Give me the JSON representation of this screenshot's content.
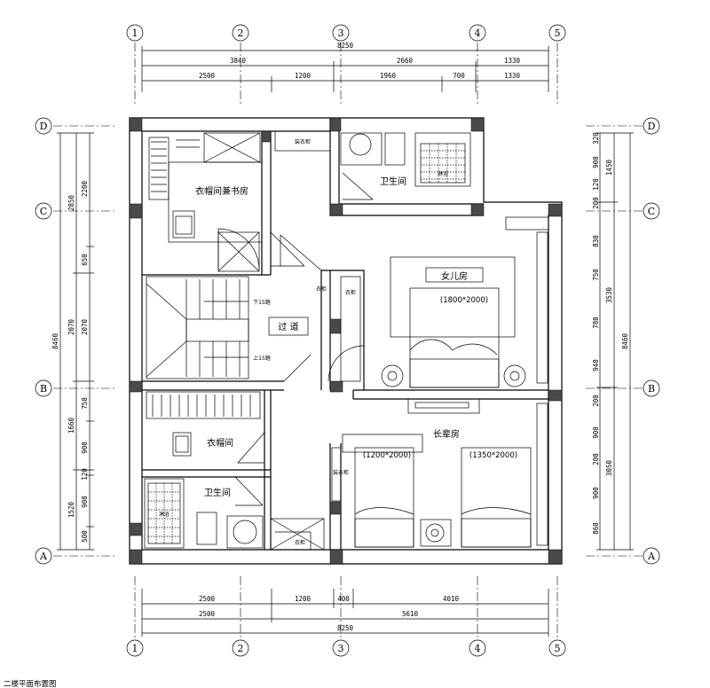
{
  "axes": {
    "columns": [
      "1",
      "2",
      "3",
      "4",
      "5"
    ],
    "rows": [
      "D",
      "C",
      "B",
      "A"
    ]
  },
  "dimensions": {
    "top_total": "8250",
    "top_row1": [
      "3840",
      "2660",
      "1330"
    ],
    "top_row2": [
      "2500",
      "1200",
      "1960",
      "700",
      "1330"
    ],
    "bottom_row1": [
      "2500",
      "1200",
      "400",
      "4010"
    ],
    "bottom_row2": [
      "2500",
      "5610"
    ],
    "bottom_total": "8250",
    "left_total": "8460",
    "left_row1": [
      "2850",
      "2070",
      "1660",
      "1520"
    ],
    "left_row2": [
      "2200",
      "650",
      "2070",
      "750",
      "900",
      "120",
      "900",
      "500"
    ],
    "right_total": "8460",
    "right_row1": [
      "1450",
      "3530",
      "3050"
    ],
    "right_row2": [
      "320",
      "900",
      "120",
      "200",
      "830",
      "750",
      "780",
      "940",
      "200",
      "900",
      "200",
      "900",
      "860"
    ]
  },
  "rooms": {
    "closet_study": "衣帽间兼书房",
    "bath_top": "卫生间",
    "corridor": "过 道",
    "daughter_room": "女儿房",
    "daughter_bed": "(1800*2000)",
    "closet": "衣帽间",
    "bath_bottom": "卫生间",
    "elder_room": "长辈房",
    "elder_bed1": "(1200*2000)",
    "elder_bed2": "(1350*2000)"
  },
  "labels": {
    "stair_down": "下15踏",
    "stair_up": "上15踏",
    "cabinet_a": "衣柜",
    "cabinet_b": "衣柜",
    "cabinet_c": "衣柜",
    "cabinet_d": "装衣柜",
    "cabinet_e": "装衣柜",
    "shower_a": "淋浴",
    "shower_b": "淋浴"
  },
  "footnote": "二楼平面布置图"
}
